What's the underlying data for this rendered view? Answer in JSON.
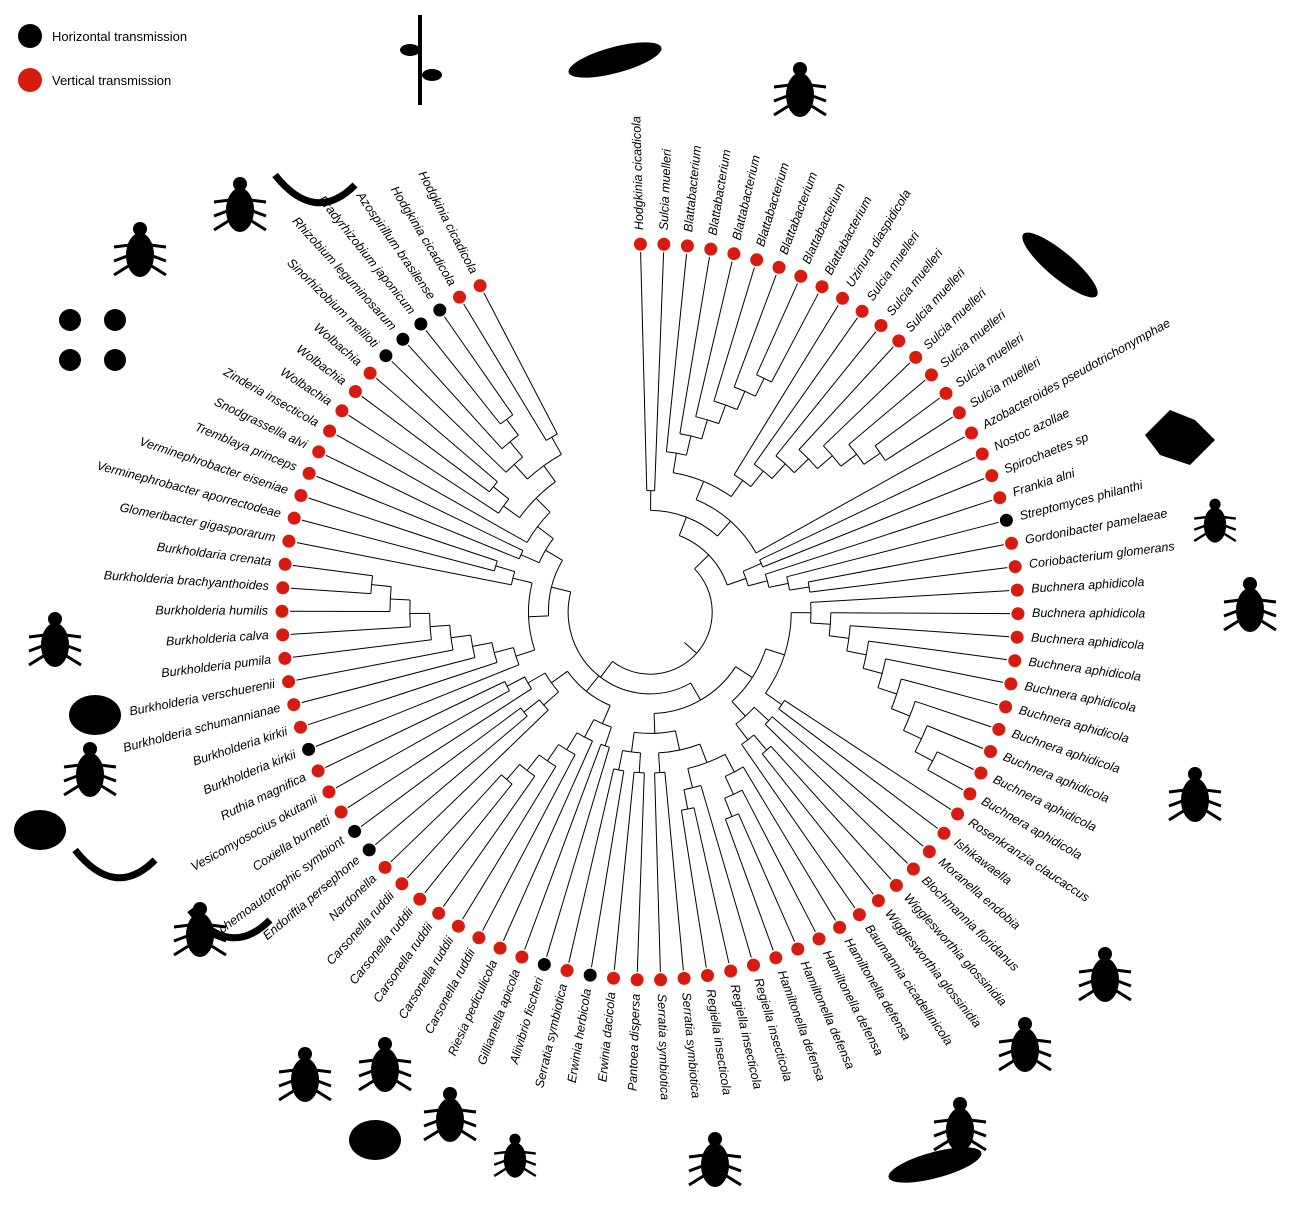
{
  "legend": [
    {
      "label": "Horizontal transmission",
      "color": "#000000"
    },
    {
      "label": "Vertical transmission",
      "color": "#d81b10"
    }
  ],
  "colors": {
    "horizontal": "#000000",
    "vertical": "#d81b10"
  },
  "tips": [
    {
      "name": "Hodgkinia cicadicola",
      "mode": "vertical"
    },
    {
      "name": "Sulcia muelleri",
      "mode": "vertical"
    },
    {
      "name": "Blattabacterium",
      "mode": "vertical"
    },
    {
      "name": "Blattabacterium",
      "mode": "vertical"
    },
    {
      "name": "Blattabacterium",
      "mode": "vertical"
    },
    {
      "name": "Blattabacterium",
      "mode": "vertical"
    },
    {
      "name": "Blattabacterium",
      "mode": "vertical"
    },
    {
      "name": "Blattabacterium",
      "mode": "vertical"
    },
    {
      "name": "Blattabacterium",
      "mode": "vertical"
    },
    {
      "name": "Uzinura diaspidicola",
      "mode": "vertical"
    },
    {
      "name": "Sulcia muelleri",
      "mode": "vertical"
    },
    {
      "name": "Sulcia muelleri",
      "mode": "vertical"
    },
    {
      "name": "Sulcia muelleri",
      "mode": "vertical"
    },
    {
      "name": "Sulcia muelleri",
      "mode": "vertical"
    },
    {
      "name": "Sulcia muelleri",
      "mode": "vertical"
    },
    {
      "name": "Sulcia muelleri",
      "mode": "vertical"
    },
    {
      "name": "Sulcia muelleri",
      "mode": "vertical"
    },
    {
      "name": "Azobacteroides pseudotrichonymphae",
      "mode": "vertical"
    },
    {
      "name": "Nostoc azollae",
      "mode": "vertical"
    },
    {
      "name": "Spirochaetes sp",
      "mode": "vertical"
    },
    {
      "name": "Frankia alni",
      "mode": "vertical"
    },
    {
      "name": "Streptomyces philanthi",
      "mode": "horizontal"
    },
    {
      "name": "Gordonibacter pamelaeae",
      "mode": "vertical"
    },
    {
      "name": "Coriobacterium glomerans",
      "mode": "vertical"
    },
    {
      "name": "Buchnera aphidicola",
      "mode": "vertical"
    },
    {
      "name": "Buchnera aphidicola",
      "mode": "vertical"
    },
    {
      "name": "Buchnera aphidicola",
      "mode": "vertical"
    },
    {
      "name": "Buchnera aphidicola",
      "mode": "vertical"
    },
    {
      "name": "Buchnera aphidicola",
      "mode": "vertical"
    },
    {
      "name": "Buchnera aphidicola",
      "mode": "vertical"
    },
    {
      "name": "Buchnera aphidicola",
      "mode": "vertical"
    },
    {
      "name": "Buchnera aphidicola",
      "mode": "vertical"
    },
    {
      "name": "Buchnera aphidicola",
      "mode": "vertical"
    },
    {
      "name": "Buchnera aphidicola",
      "mode": "vertical"
    },
    {
      "name": "Rosenkranzia claucaccus",
      "mode": "vertical"
    },
    {
      "name": "Ishikawaella",
      "mode": "vertical"
    },
    {
      "name": "Moranella endobia",
      "mode": "vertical"
    },
    {
      "name": "Blochmannia floridanus",
      "mode": "vertical"
    },
    {
      "name": "Wigglesworthia glossinidia",
      "mode": "vertical"
    },
    {
      "name": "Wigglesworthia glossinidia",
      "mode": "vertical"
    },
    {
      "name": "Baumannia cicadellinicola",
      "mode": "vertical"
    },
    {
      "name": "Hamiltonella defensa",
      "mode": "vertical"
    },
    {
      "name": "Hamiltonella defensa",
      "mode": "vertical"
    },
    {
      "name": "Hamiltonella defensa",
      "mode": "vertical"
    },
    {
      "name": "Hamiltonella defensa",
      "mode": "vertical"
    },
    {
      "name": "Regiella insecticola",
      "mode": "vertical"
    },
    {
      "name": "Regiella insecticola",
      "mode": "vertical"
    },
    {
      "name": "Regiella insecticola",
      "mode": "vertical"
    },
    {
      "name": "Serratia symbiotica",
      "mode": "vertical"
    },
    {
      "name": "Serratia symbiotica",
      "mode": "vertical"
    },
    {
      "name": "Pantoea dispersa",
      "mode": "vertical"
    },
    {
      "name": "Erwinia dacicola",
      "mode": "vertical"
    },
    {
      "name": "Erwinia herbicola",
      "mode": "horizontal"
    },
    {
      "name": "Serratia symbiotica",
      "mode": "vertical"
    },
    {
      "name": "Aliivibrio fischeri",
      "mode": "horizontal"
    },
    {
      "name": "Gilliamella apicola",
      "mode": "vertical"
    },
    {
      "name": "Riesia pediculicola",
      "mode": "vertical"
    },
    {
      "name": "Carsonella ruddii",
      "mode": "vertical"
    },
    {
      "name": "Carsonella ruddii",
      "mode": "vertical"
    },
    {
      "name": "Carsonella ruddii",
      "mode": "vertical"
    },
    {
      "name": "Carsonella ruddii",
      "mode": "vertical"
    },
    {
      "name": "Carsonella ruddii",
      "mode": "vertical"
    },
    {
      "name": "Nardonella",
      "mode": "vertical"
    },
    {
      "name": "Endoriftia persephone",
      "mode": "horizontal"
    },
    {
      "name": "chemoautotrophic symbiont",
      "mode": "horizontal"
    },
    {
      "name": "Coxiella burnetti",
      "mode": "vertical"
    },
    {
      "name": "Vesicomyosocius okutanii",
      "mode": "vertical"
    },
    {
      "name": "Ruthia magnifica",
      "mode": "vertical"
    },
    {
      "name": "Burkholderia kirkii",
      "mode": "horizontal"
    },
    {
      "name": "Burkholderia kirkii",
      "mode": "vertical"
    },
    {
      "name": "Burkholderia schumannianae",
      "mode": "vertical"
    },
    {
      "name": "Burkholderia verschuerenii",
      "mode": "vertical"
    },
    {
      "name": "Burkholderia pumila",
      "mode": "vertical"
    },
    {
      "name": "Burkholderia calva",
      "mode": "vertical"
    },
    {
      "name": "Burkholderia humilis",
      "mode": "vertical"
    },
    {
      "name": "Burkholderia brachyanthoides",
      "mode": "vertical"
    },
    {
      "name": "Burkholdaria crenata",
      "mode": "vertical"
    },
    {
      "name": "Glomeribacter gigasporarum",
      "mode": "vertical"
    },
    {
      "name": "Verminephrobacter aporrectodeae",
      "mode": "vertical"
    },
    {
      "name": "Verminephrobacter eiseniae",
      "mode": "vertical"
    },
    {
      "name": "Tremblaya princeps",
      "mode": "vertical"
    },
    {
      "name": "Snodgrassella alvi",
      "mode": "vertical"
    },
    {
      "name": "Zinderia insecticola",
      "mode": "vertical"
    },
    {
      "name": "Wolbachia",
      "mode": "vertical"
    },
    {
      "name": "Wolbachia",
      "mode": "vertical"
    },
    {
      "name": "Wolbachia",
      "mode": "vertical"
    },
    {
      "name": "Sinorhizobium meliloti",
      "mode": "horizontal"
    },
    {
      "name": "Rhizobium leguminosarum",
      "mode": "horizontal"
    },
    {
      "name": "Bradyrhizobium japonicum",
      "mode": "horizontal"
    },
    {
      "name": "Azospirillum brasilense",
      "mode": "horizontal"
    },
    {
      "name": "Hodgkinia cicadicola",
      "mode": "vertical"
    },
    {
      "name": "Hodgkinia cicadicola",
      "mode": "vertical"
    }
  ],
  "silhouettes": [
    "plant-icon",
    "leafhopper-icon",
    "cockroach-icon",
    "leafhopper-icon",
    "termite-gut-protist-icon",
    "whitefly-icon",
    "weevil-icon",
    "aphid-icon",
    "weevil-icon",
    "ant-icon",
    "tsetse-fly-icon",
    "sharpshooter-icon",
    "stinkbug-icon",
    "fruit-fly-icon",
    "aphid-icon",
    "honeybee-icon",
    "squid-icon",
    "louse-icon",
    "psyllid-icon",
    "tube-worm-icon",
    "clam-icon",
    "tick-icon",
    "clam-icon",
    "weevil-icon",
    "fungus-spores-icon",
    "earthworm-icon",
    "mealybug-icon",
    "bumblebee-icon",
    "nematode-icon"
  ]
}
